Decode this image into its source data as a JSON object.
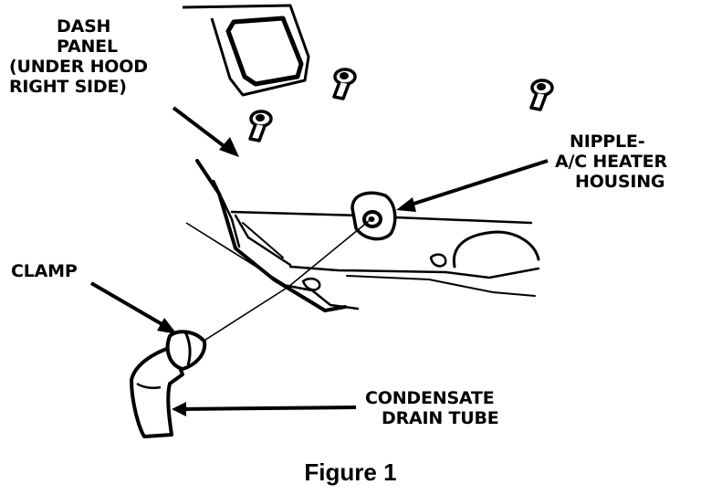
{
  "labels": {
    "dash_panel": [
      "DASH",
      "PANEL",
      "(UNDER HOOD",
      "RIGHT SIDE)"
    ],
    "nipple": [
      "NIPPLE-",
      "A/C HEATER",
      "HOUSING"
    ],
    "clamp": "CLAMP",
    "drain_tube": [
      "CONDENSATE",
      "DRAIN TUBE"
    ]
  },
  "caption": "Figure 1",
  "colors": {
    "ink": "#000000",
    "background": "#ffffff"
  }
}
